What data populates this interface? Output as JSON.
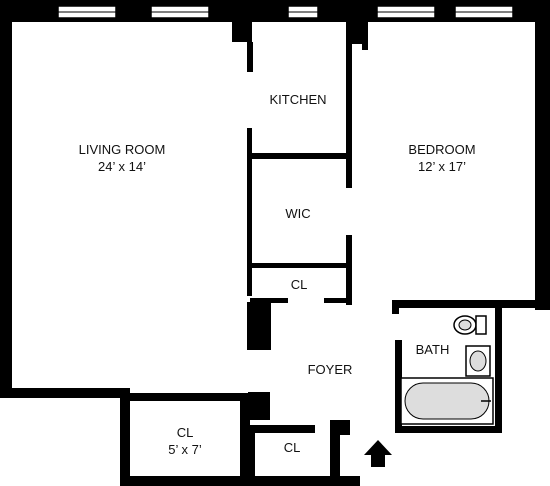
{
  "rooms": {
    "living": {
      "name": "LIVING ROOM",
      "dims": "24’ x 14’"
    },
    "kitchen": {
      "name": "KITCHEN"
    },
    "bedroom": {
      "name": "BEDROOM",
      "dims": "12’ x 17’"
    },
    "wic": {
      "name": "WIC"
    },
    "closet_hall": {
      "name": "CL"
    },
    "closet_large": {
      "name": "CL",
      "dims": "5’ x 7’"
    },
    "closet_small": {
      "name": "CL"
    },
    "foyer": {
      "name": "FOYER"
    },
    "bath": {
      "name": "BATH"
    }
  },
  "icons": {
    "entry": "entry-arrow-icon",
    "toilet": "toilet-icon",
    "sink": "sink-icon",
    "bathtub": "bathtub-icon",
    "window": "window-icon"
  },
  "colors": {
    "wall": "#000000",
    "window_frame": "#000000",
    "window_glass": "#ffffff",
    "fixture_fill": "#dddddd",
    "background": "#ffffff"
  }
}
